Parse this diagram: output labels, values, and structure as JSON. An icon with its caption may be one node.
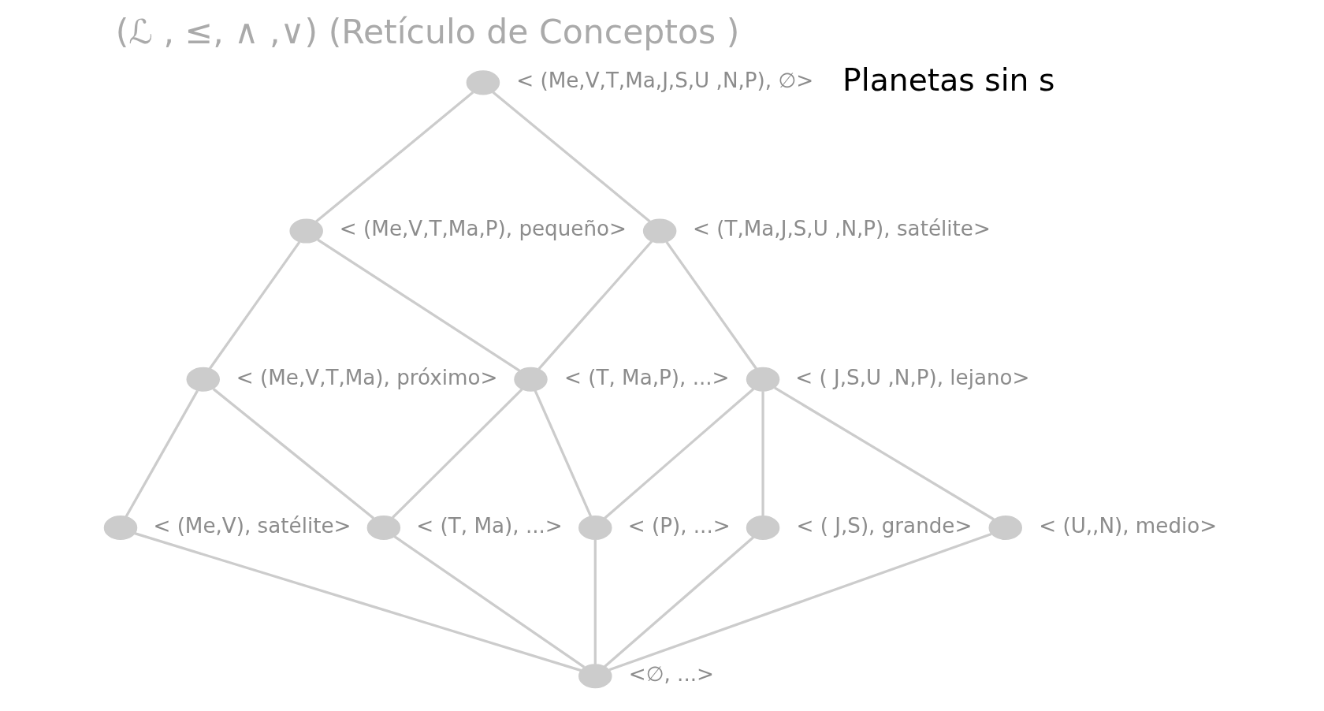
{
  "diagram": {
    "title": "(ℒ , ≤, ∧ ,∨) (Retículo de Conceptos )",
    "nodes": [
      {
        "text": [],
        "shape": "circle",
        "beside": [
          "< (Me,V,T,Ma,J,S,U ,N,P), ∅>"
        ]
      },
      {
        "text": [],
        "shape": "circle",
        "beside": [
          "< (Me,V,T,Ma,P), pequeño>"
        ]
      },
      {
        "text": [],
        "shape": "circle",
        "beside": [
          "< (T,Ma,J,S,U ,N,P), satélite>"
        ]
      },
      {
        "text": [],
        "shape": "circle",
        "beside": [
          "< (Me,V,T,Ma), próximo>"
        ]
      },
      {
        "text": [],
        "shape": "circle",
        "beside": [
          "< (T, Ma,P), ...>"
        ]
      },
      {
        "text": [],
        "shape": "circle",
        "beside": [
          "< ( J,S,U ,N,P), lejano>"
        ]
      },
      {
        "text": [],
        "shape": "circle",
        "beside": [
          "< (Me,V), satélite>"
        ]
      },
      {
        "text": [],
        "shape": "circle",
        "beside": [
          "< (T, Ma), ...>"
        ]
      },
      {
        "text": [],
        "shape": "circle",
        "beside": [
          "< (P), ...>"
        ]
      },
      {
        "text": [],
        "shape": "circle",
        "beside": [
          "< ( J,S), grande>"
        ]
      },
      {
        "text": [],
        "shape": "circle",
        "beside": [
          "< (U,,N), medio>"
        ]
      },
      {
        "text": [],
        "shape": "circle",
        "beside": [
          "<∅, ...>"
        ]
      }
    ],
    "edges": [
      {
        "from": 0,
        "to": 1,
        "arrow": "none"
      },
      {
        "from": 0,
        "to": 2,
        "arrow": "none"
      },
      {
        "from": 1,
        "to": 3,
        "arrow": "none"
      },
      {
        "from": 1,
        "to": 4,
        "arrow": "none"
      },
      {
        "from": 2,
        "to": 4,
        "arrow": "none"
      },
      {
        "from": 2,
        "to": 5,
        "arrow": "none"
      },
      {
        "from": 3,
        "to": 6,
        "arrow": "none"
      },
      {
        "from": 3,
        "to": 7,
        "arrow": "none"
      },
      {
        "from": 4,
        "to": 7,
        "arrow": "none"
      },
      {
        "from": 4,
        "to": 8,
        "arrow": "none"
      },
      {
        "from": 5,
        "to": 8,
        "arrow": "none"
      },
      {
        "from": 5,
        "to": 9,
        "arrow": "none"
      },
      {
        "from": 5,
        "to": 10,
        "arrow": "none"
      },
      {
        "from": 6,
        "to": 11,
        "arrow": "none"
      },
      {
        "from": 7,
        "to": 11,
        "arrow": "none"
      },
      {
        "from": 8,
        "to": 11,
        "arrow": "none"
      },
      {
        "from": 9,
        "to": 11,
        "arrow": "none"
      },
      {
        "from": 10,
        "to": 11,
        "arrow": "none"
      }
    ],
    "labels": [
      "Planetas sin s"
    ]
  }
}
